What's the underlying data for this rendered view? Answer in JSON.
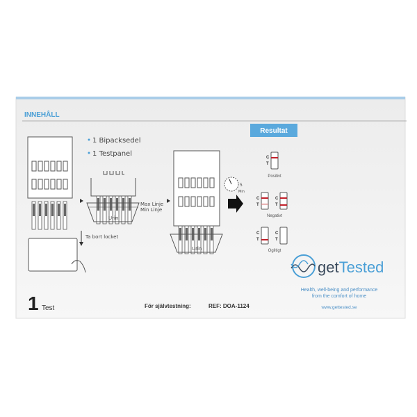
{
  "box": {
    "section_title": "INNEHÅLL",
    "contents": [
      "1 Bipacksedel",
      "1 Testpanel"
    ],
    "step_labels": {
      "remove_cap": "Ta bort locket",
      "max_line": "Max Linje",
      "min_line": "Min Linje",
      "urine": "Urin",
      "timer_value": "5",
      "timer_unit": "Min",
      "c": "C",
      "t": "T"
    },
    "results": {
      "title": "Resultat",
      "positive": "Positivt",
      "negative": "Negativt",
      "invalid": "Ogiltigt"
    },
    "brand": {
      "name_get": "get",
      "name_tested": "Tested",
      "tagline_1": "Health, well-being and performance",
      "tagline_2": "from the comfort of home",
      "url": "www.gettested.se"
    },
    "footer": {
      "count": "1",
      "count_label": "Test",
      "self_test": "För självtestning:",
      "ref": "REF: DOA-1124"
    },
    "colors": {
      "accent": "#4a9fd6",
      "line_red": "#c0202a",
      "text_dark": "#333333",
      "brand_dark": "#3a4a5c"
    }
  }
}
